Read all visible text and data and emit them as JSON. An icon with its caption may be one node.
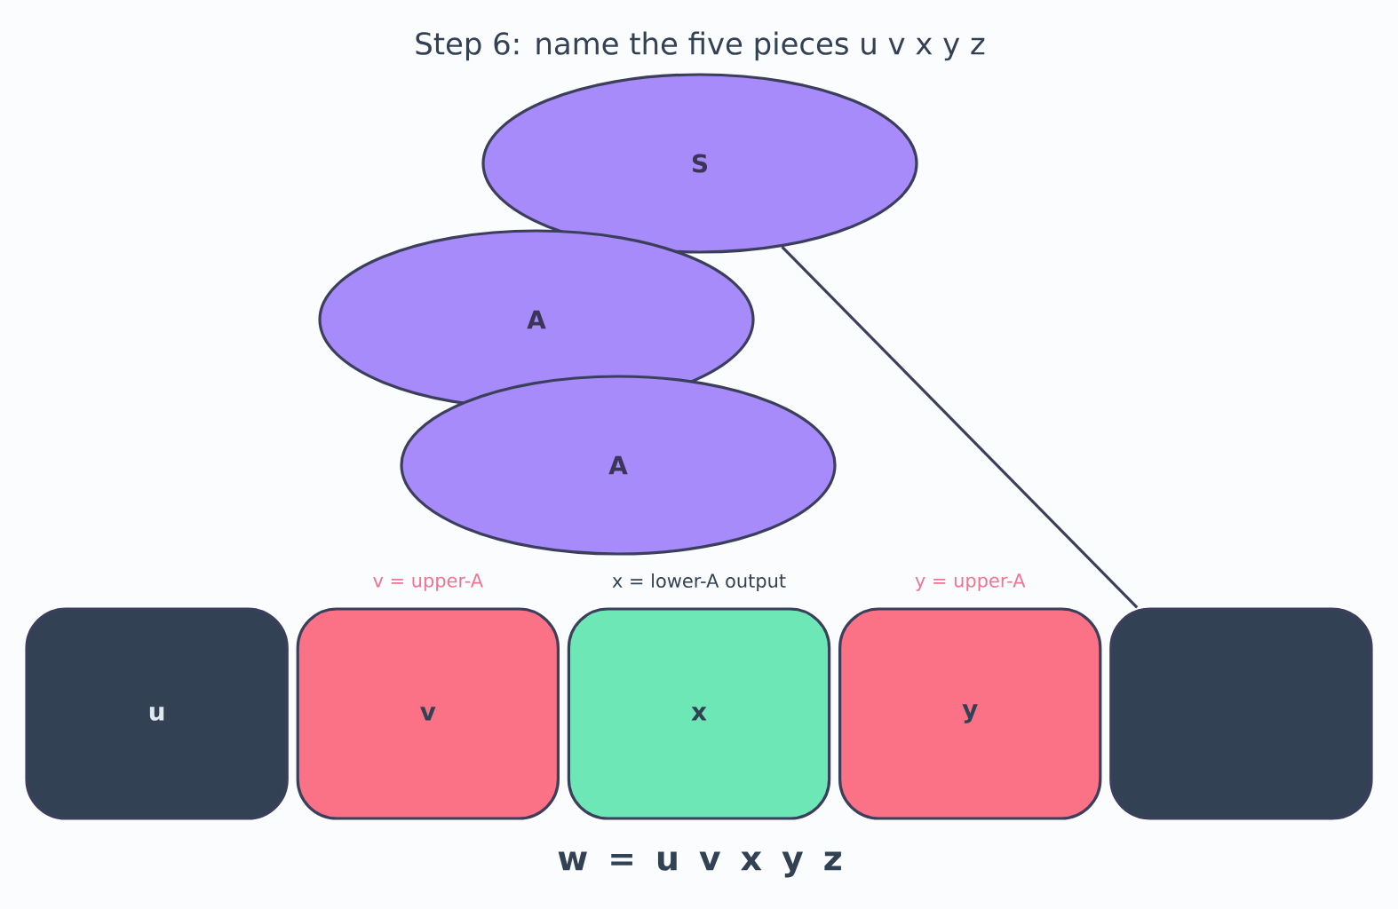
{
  "diagram": {
    "title": "Step 6: name the five pieces u v x y z",
    "nodes": [
      {
        "text": [
          "S"
        ]
      },
      {
        "text": [
          "A"
        ]
      },
      {
        "text": [
          "A"
        ]
      },
      {
        "text": [
          "u"
        ]
      },
      {
        "text": [
          "v"
        ]
      },
      {
        "text": [
          "x"
        ]
      },
      {
        "text": [
          "y"
        ]
      },
      {
        "text": [],
        "shape": "box"
      }
    ],
    "edges": [
      {
        "from": 0,
        "to": 7,
        "arrow": "none"
      }
    ],
    "labels": [
      "v = upper-A",
      "x = lower-A output",
      "y = upper-A",
      "w = u v x y z"
    ]
  }
}
